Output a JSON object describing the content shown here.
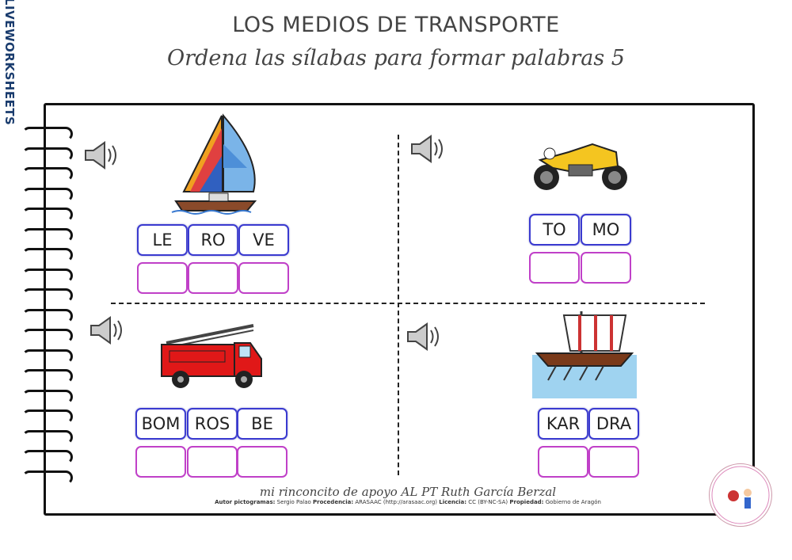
{
  "brand": "LIVEWORKSHEETS",
  "title": "LOS MEDIOS DE TRANSPORTE",
  "subtitle": "Ordena las sílabas para formar palabras 5",
  "exercises": [
    {
      "image": "sailboat",
      "syllables": [
        "LE",
        "RO",
        "VE"
      ],
      "answers": [
        "",
        "",
        ""
      ]
    },
    {
      "image": "motorcycle",
      "syllables": [
        "TO",
        "MO"
      ],
      "answers": [
        "",
        ""
      ]
    },
    {
      "image": "fire-truck",
      "syllables": [
        "BOM",
        "ROS",
        "BE"
      ],
      "answers": [
        "",
        "",
        ""
      ]
    },
    {
      "image": "galley-ship",
      "syllables": [
        "KAR",
        "DRA"
      ],
      "answers": [
        "",
        ""
      ]
    }
  ],
  "footer": {
    "credit": "mi rinconcito de apoyo AL PT   Ruth García Berzal",
    "license_label_1": "Autor pictogramas:",
    "license_val_1": "Sergio Palao",
    "license_label_2": "Procedencia:",
    "license_val_2": "ARASAAC (http://arasaac.org)",
    "license_label_3": "Licencia:",
    "license_val_3": "CC (BY-NC-SA)",
    "license_label_4": "Propiedad:",
    "license_val_4": "Gobierno de Aragón"
  },
  "colors": {
    "tile_border": "#3a3ad0",
    "drop_border": "#c040c8"
  }
}
